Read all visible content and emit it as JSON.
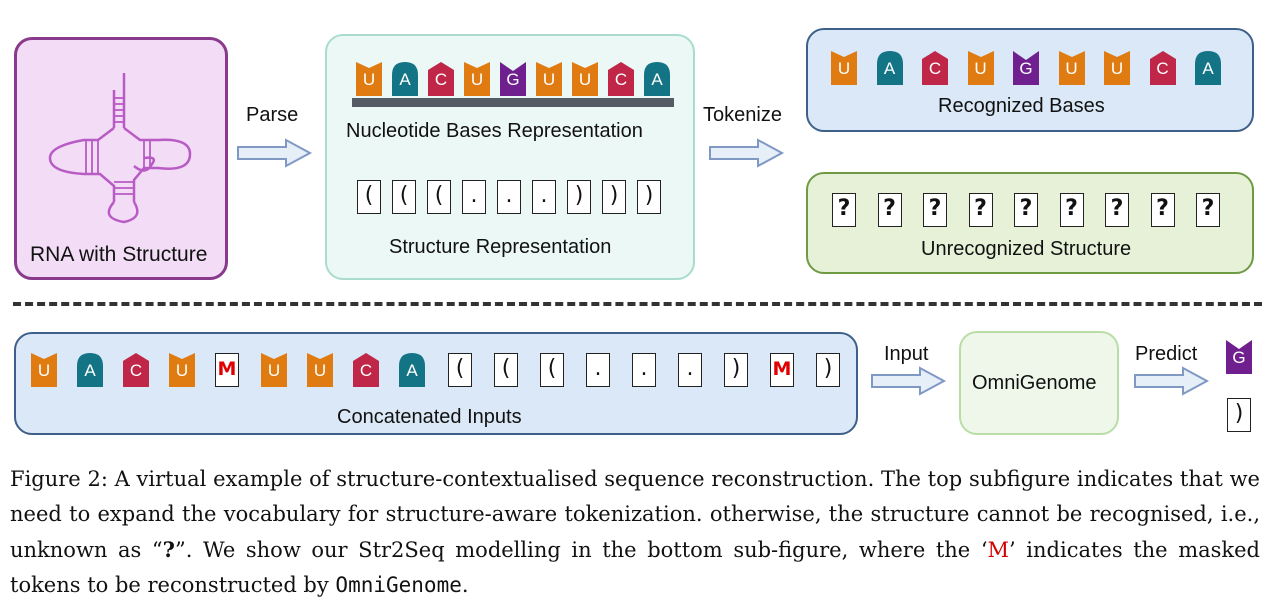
{
  "colors": {
    "U": "#e07b12",
    "A": "#137486",
    "C": "#bf2647",
    "G": "#6f1f8e",
    "masked": "#e00000"
  },
  "top": {
    "rna_label": "RNA with Structure",
    "parse_label": "Parse",
    "tokenize_label": "Tokenize",
    "nucleotide_label": "Nucleotide Bases Representation",
    "structure_label": "Structure Representation",
    "recognized_label": "Recognized Bases",
    "unrecognized_label": "Unrecognized Structure",
    "bases": [
      "U",
      "A",
      "C",
      "U",
      "G",
      "U",
      "U",
      "C",
      "A"
    ],
    "structure": [
      "(",
      "(",
      "(",
      ".",
      ".",
      ".",
      ")",
      ")",
      ")"
    ],
    "unknown": [
      "?",
      "?",
      "?",
      "?",
      "?",
      "?",
      "?",
      "?",
      "?"
    ]
  },
  "bottom": {
    "concat_label": "Concatenated Inputs",
    "input_label": "Input",
    "model_name": "OmniGenome",
    "predict_label": "Predict",
    "bases": [
      "U",
      "A",
      "C",
      "U",
      "M",
      "U",
      "U",
      "C",
      "A"
    ],
    "structure": [
      "(",
      "(",
      "(",
      ".",
      ".",
      ".",
      ")",
      "M",
      ")"
    ],
    "predicted_base": "G",
    "predicted_struct": ")"
  },
  "caption": {
    "p1": "Figure 2: A virtual example of structure-contextualised sequence reconstruction. The top subfigure indicates that we need to expand the vocabulary for structure-aware tokenization. otherwise, the structure cannot be recognised, i.e., unknown as “",
    "q": "?",
    "p2": "”. We show our Str2Seq modelling in the bottom sub-figure, where the ‘",
    "m": "M",
    "p3": "’ indicates the masked tokens to be reconstructed by ",
    "model": "OmniGenome",
    "p4": "."
  }
}
